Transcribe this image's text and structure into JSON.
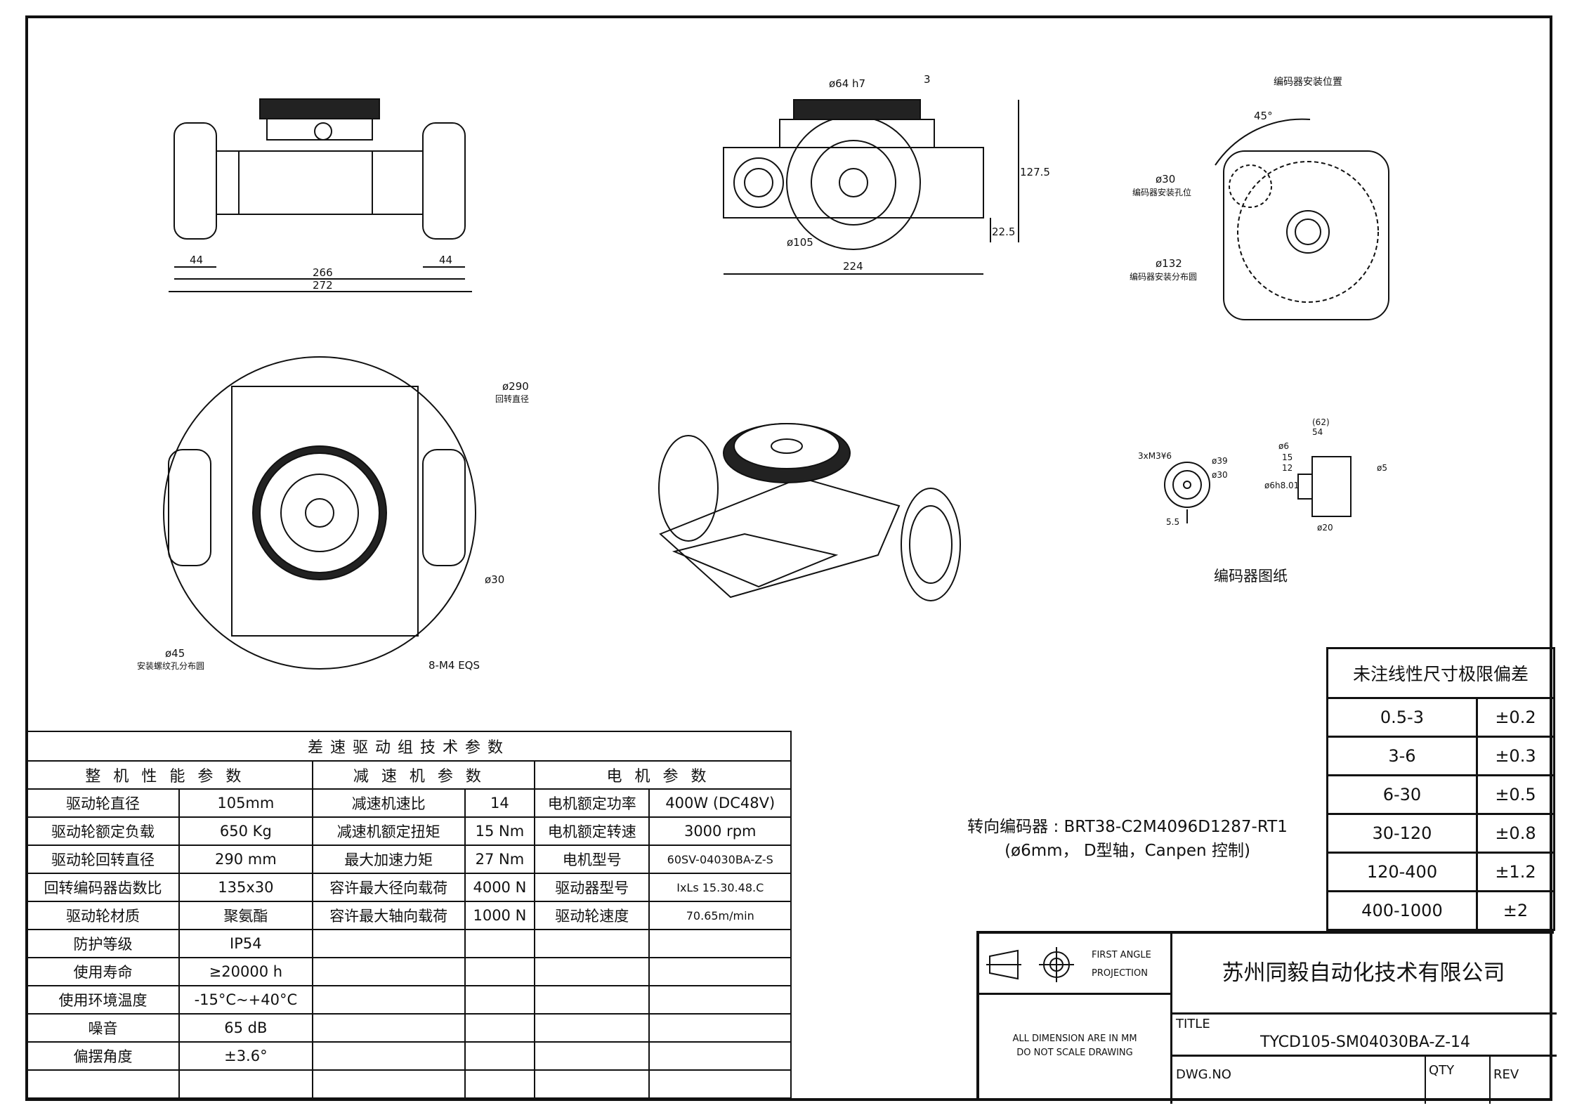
{
  "drawing": {
    "dims": {
      "front_266": "266",
      "front_272": "272",
      "front_44": "44",
      "side_phi64": "ø64 h7",
      "side_3": "3",
      "side_1275": "127.5",
      "side_225": "22.5",
      "side_phi105": "ø105",
      "side_224": "224",
      "top_phi290": "ø290",
      "top_phi290_note": "回转直径",
      "top_phi30": "ø30",
      "top_phi45": "ø45",
      "top_phi45_note": "安装螺纹孔分布圆",
      "top_m4": "8-M4 EQS",
      "encpos_title": "编码器安装位置",
      "encpos_45": "45°",
      "encpos_phi30": "ø30",
      "encpos_phi30_note": "编码器安装孔位",
      "encpos_phi132": "ø132",
      "encpos_phi132_note": "编码器安装分布圆",
      "enc_caption": "编码器图纸",
      "enc_3m3": "3xM3¥6",
      "enc_phi39": "ø39",
      "enc_phi30": "ø30",
      "enc_55": "5.5",
      "enc_62": "(62)",
      "enc_54": "54",
      "enc_15": "15",
      "enc_12": "12",
      "enc_phi6": "ø6",
      "enc_phi20": "ø20",
      "enc_phi5": "ø5",
      "enc_phi10": "ø6h8.01"
    }
  },
  "spec_table": {
    "title": "差速驱动组技术参数",
    "headers": [
      "整机性能参数",
      "减速机参数",
      "电机参数"
    ],
    "rows": [
      [
        "驱动轮直径",
        "105mm",
        "减速机速比",
        "14",
        "电机额定功率",
        "400W (DC48V)"
      ],
      [
        "驱动轮额定负载",
        "650 Kg",
        "减速机额定扭矩",
        "15 Nm",
        "电机额定转速",
        "3000 rpm"
      ],
      [
        "驱动轮回转直径",
        "290 mm",
        "最大加速力矩",
        "27 Nm",
        "电机型号",
        "60SV-04030BA-Z-S"
      ],
      [
        "回转编码器齿数比",
        "135x30",
        "容许最大径向载荷",
        "4000 N",
        "驱动器型号",
        "IxLs 15.30.48.C"
      ],
      [
        "驱动轮材质",
        "聚氨酯",
        "容许最大轴向载荷",
        "1000 N",
        "驱动轮速度",
        "70.65m/min"
      ],
      [
        "防护等级",
        "IP54",
        "",
        "",
        "",
        ""
      ],
      [
        "使用寿命",
        "≥20000 h",
        "",
        "",
        "",
        ""
      ],
      [
        "使用环境温度",
        "-15°C~+40°C",
        "",
        "",
        "",
        ""
      ],
      [
        "噪音",
        "65 dB",
        "",
        "",
        "",
        ""
      ],
      [
        "偏摆角度",
        "±3.6°",
        "",
        "",
        "",
        ""
      ],
      [
        "",
        "",
        "",
        "",
        "",
        ""
      ]
    ]
  },
  "tolerance_table": {
    "title": "未注线性尺寸极限偏差",
    "rows": [
      [
        "0.5-3",
        "±0.2"
      ],
      [
        "3-6",
        "±0.3"
      ],
      [
        "6-30",
        "±0.5"
      ],
      [
        "30-120",
        "±0.8"
      ],
      [
        "120-400",
        "±1.2"
      ],
      [
        "400-1000",
        "±2"
      ]
    ]
  },
  "encoder_note": {
    "line1": "转向编码器 : BRT38-C2M4096D1287-RT1",
    "line2": "(ø6mm， D型轴，Canpen 控制)"
  },
  "title_block": {
    "projection_line1": "FIRST ANGLE",
    "projection_line2": "PROJECTION",
    "note_line1": "ALL DIMENSION ARE IN MM",
    "note_line2": "DO NOT SCALE DRAWING",
    "company": "苏州同毅自动化技术有限公司",
    "title_label": "TITLE",
    "title_value": "TYCD105-SM04030BA-Z-14",
    "dwg_label": "DWG.NO",
    "qty_label": "QTY",
    "rev_label": "REV"
  }
}
